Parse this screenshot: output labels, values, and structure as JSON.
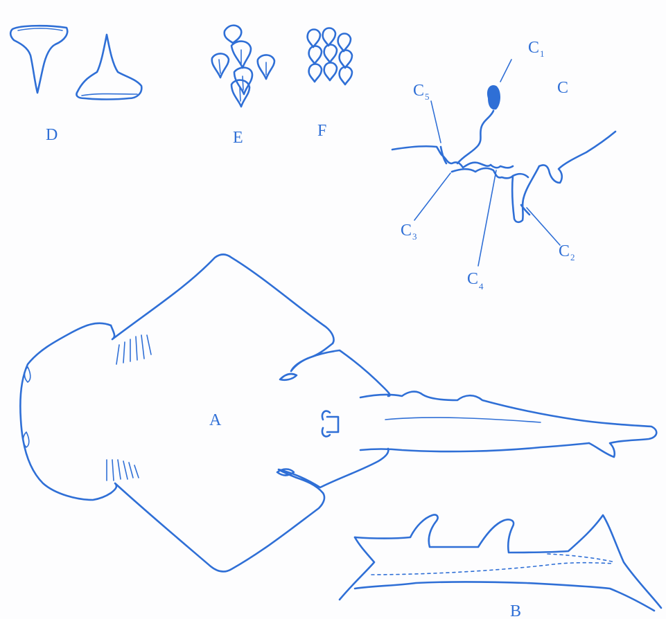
{
  "colors": {
    "ink": "#2f6fd6",
    "paper": "#fdfdfe"
  },
  "labels": {
    "A": "A",
    "B": "B",
    "C": "C",
    "D": "D",
    "E": "E",
    "F": "F"
  },
  "callouts": {
    "c1": {
      "main": "C",
      "sub": "1"
    },
    "c2": {
      "main": "C",
      "sub": "2"
    },
    "c3": {
      "main": "C",
      "sub": "3"
    },
    "c4": {
      "main": "C",
      "sub": "4"
    },
    "c5": {
      "main": "C",
      "sub": "5"
    }
  }
}
